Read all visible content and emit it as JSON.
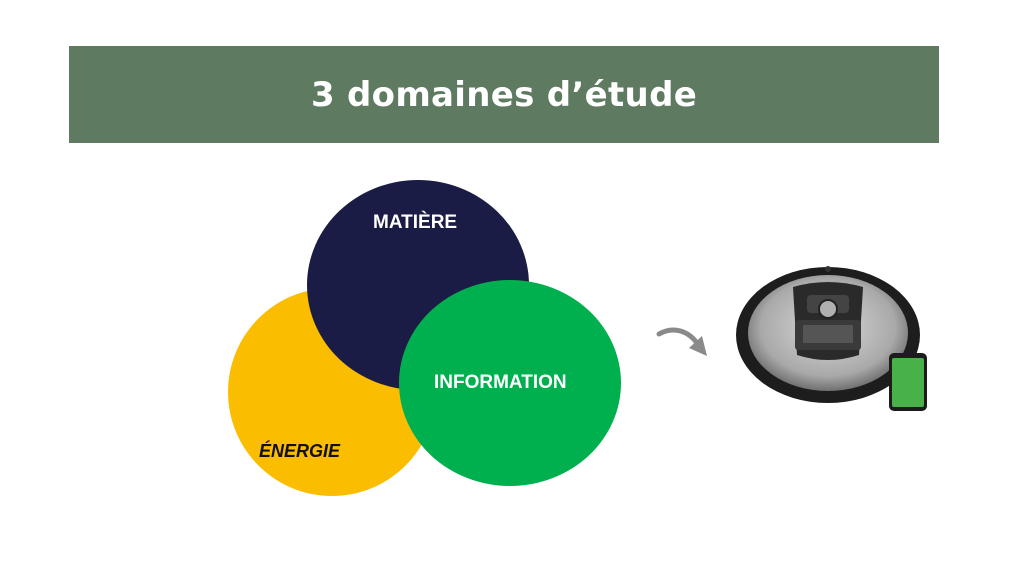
{
  "title": "3 domaines d’étude",
  "venn": {
    "matiere": "MATIÈRE",
    "information": "INFORMATION",
    "energie": "ÉNERGIE"
  },
  "colors": {
    "banner": "#5e7a61",
    "matiere": "#1b1c45",
    "information": "#00b04f",
    "energie": "#fbbd00"
  },
  "icons": {
    "arrow": "curved-arrow-icon",
    "robot": "robot-vacuum-image",
    "phone": "smartphone-image"
  }
}
